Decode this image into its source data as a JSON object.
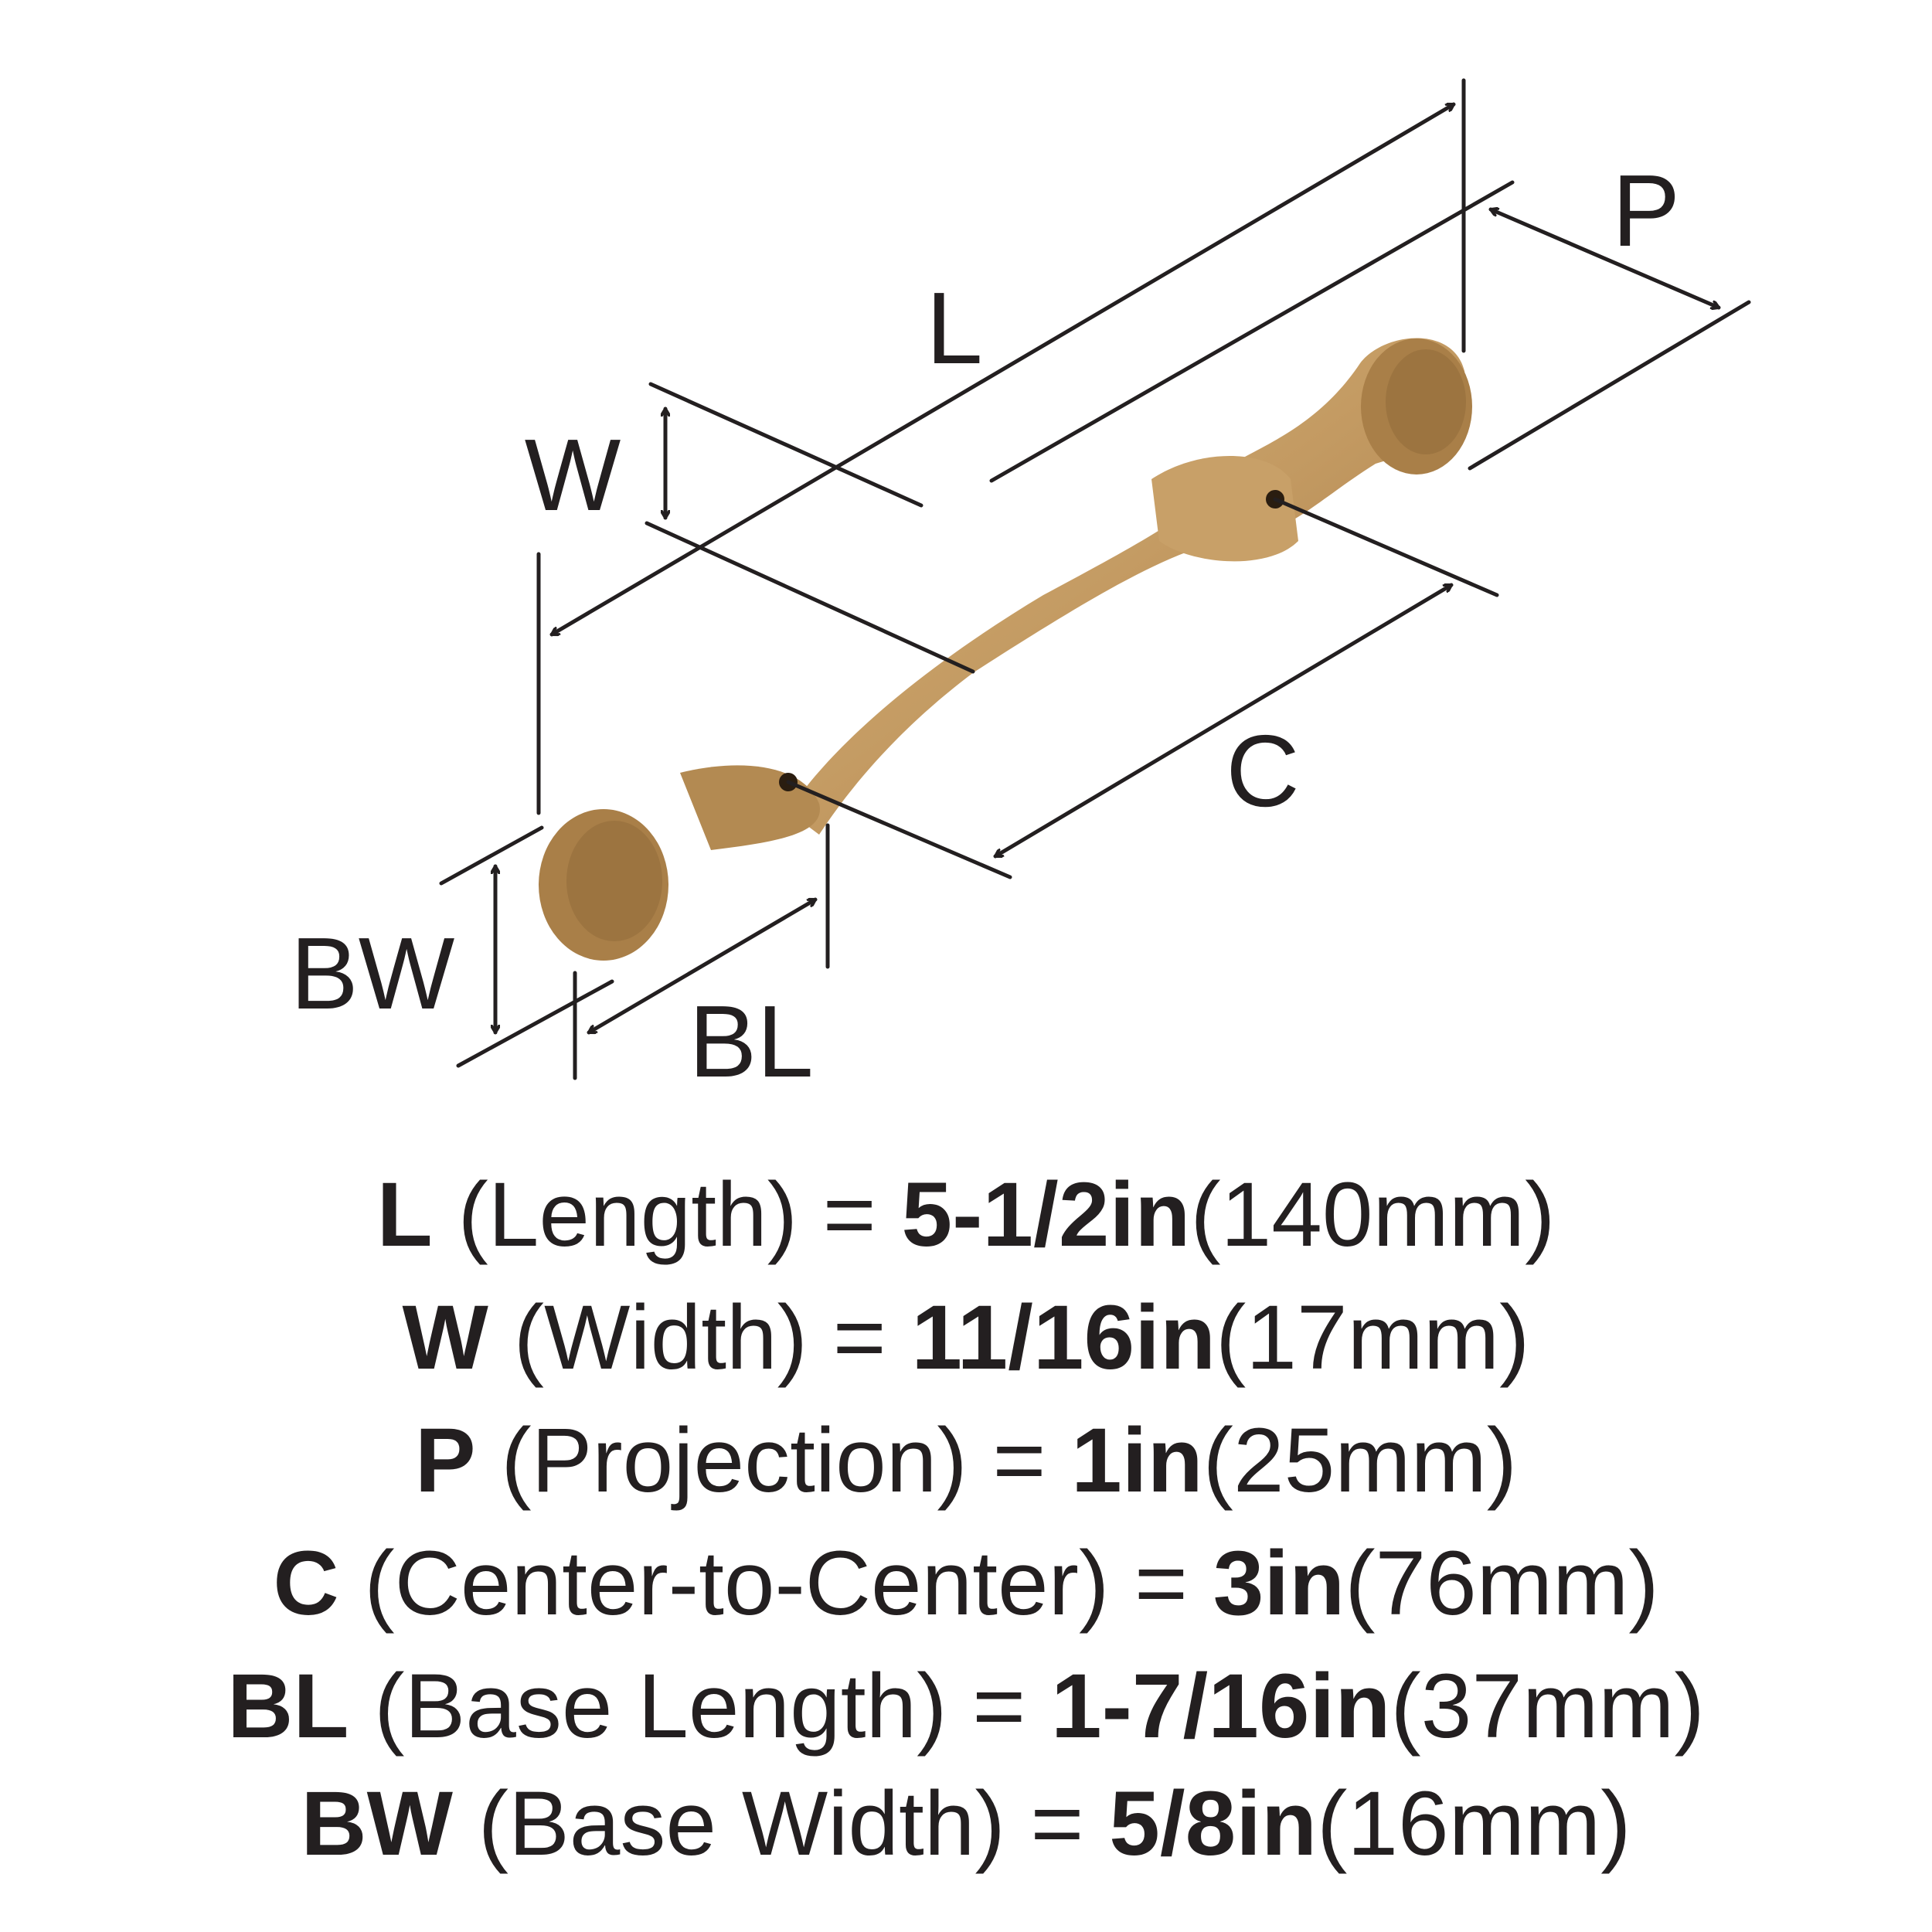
{
  "labels": {
    "L": "L",
    "W": "W",
    "P": "P",
    "C": "C",
    "BW": "BW",
    "BL": "BL"
  },
  "specs": [
    {
      "abbr": "L",
      "name": " (Length) = ",
      "value": "5-1/2in",
      "metric": "(140mm)"
    },
    {
      "abbr": "W",
      "name": " (Width) = ",
      "value": "11/16in",
      "metric": "(17mm)"
    },
    {
      "abbr": "P",
      "name": " (Projection) = ",
      "value": "1in",
      "metric": "(25mm)"
    },
    {
      "abbr": "C",
      "name": " (Center-to-Center) = ",
      "value": "3in",
      "metric": "(76mm)"
    },
    {
      "abbr": "BL",
      "name": " (Base Length) = ",
      "value": "1-7/16in",
      "metric": "(37mm)"
    },
    {
      "abbr": "BW",
      "name": " (Base Width) = ",
      "value": "5/8in",
      "metric": "(16mm)"
    }
  ],
  "colors": {
    "brass": "#c39a62",
    "brass_dark": "#9c7440",
    "line": "#231f20"
  }
}
